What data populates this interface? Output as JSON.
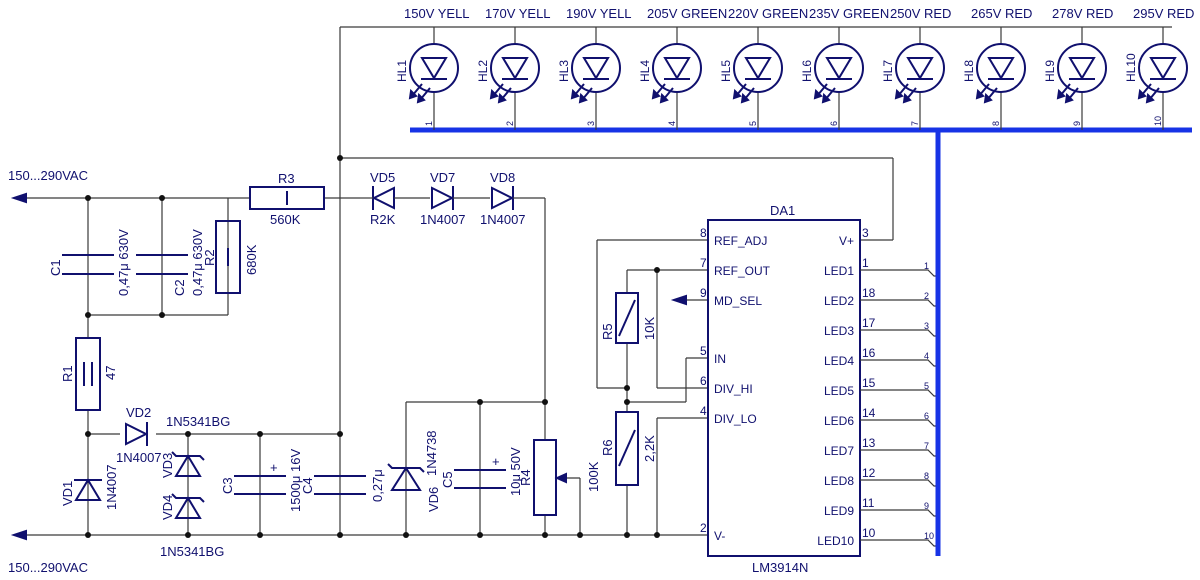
{
  "input_label_top": "150...290VAC",
  "input_label_bottom": "150...290VAC",
  "leds": [
    {
      "ref": "HL1",
      "label": "150V YELL",
      "pin": "1"
    },
    {
      "ref": "HL2",
      "label": "170V YELL",
      "pin": "2"
    },
    {
      "ref": "HL3",
      "label": "190V YELL",
      "pin": "3"
    },
    {
      "ref": "HL4",
      "label": "205V GREEN",
      "pin": "4"
    },
    {
      "ref": "HL5",
      "label": "220V GREEN",
      "pin": "5"
    },
    {
      "ref": "HL6",
      "label": "235V GREEN",
      "pin": "6"
    },
    {
      "ref": "HL7",
      "label": "250V RED",
      "pin": "7"
    },
    {
      "ref": "HL8",
      "label": "265V RED",
      "pin": "8"
    },
    {
      "ref": "HL9",
      "label": "278V RED",
      "pin": "9"
    },
    {
      "ref": "HL10",
      "label": "295V RED",
      "pin": "10"
    }
  ],
  "components": {
    "r1": {
      "ref": "R1",
      "value": "47"
    },
    "r2": {
      "ref": "R2",
      "value": "680K"
    },
    "r3": {
      "ref": "R3",
      "value": "560K"
    },
    "r4": {
      "ref": "R4",
      "value": "100K"
    },
    "r5": {
      "ref": "R5",
      "value": "10K"
    },
    "r6": {
      "ref": "R6",
      "value": "2,2K"
    },
    "c1": {
      "ref": "C1",
      "value": "0,47μ 630V"
    },
    "c2": {
      "ref": "C2",
      "value": "0,47μ 630V"
    },
    "c3": {
      "ref": "C3",
      "value": "1500μ 16V"
    },
    "c4": {
      "ref": "C4",
      "value": "0,27μ"
    },
    "c5": {
      "ref": "C5",
      "value": "10μ 50V"
    },
    "vd1": {
      "ref": "VD1",
      "value": "1N4007"
    },
    "vd2": {
      "ref": "VD2",
      "value": "1N4007"
    },
    "vd3": {
      "ref": "VD3",
      "value": "1N5341BG"
    },
    "vd4": {
      "ref": "VD4",
      "value": "1N5341BG"
    },
    "vd5": {
      "ref": "VD5",
      "value": "R2K"
    },
    "vd6": {
      "ref": "VD6",
      "value": "1N4738"
    },
    "vd7": {
      "ref": "VD7",
      "value": "1N4007"
    },
    "vd8": {
      "ref": "VD8",
      "value": "1N4007"
    }
  },
  "ic": {
    "ref": "DA1",
    "part": "LM3914N",
    "left_pins": [
      {
        "name": "REF_ADJ",
        "num": "8"
      },
      {
        "name": "REF_OUT",
        "num": "7"
      },
      {
        "name": "MD_SEL",
        "num": "9"
      },
      {
        "name": "IN",
        "num": "5"
      },
      {
        "name": "DIV_HI",
        "num": "6"
      },
      {
        "name": "DIV_LO",
        "num": "4"
      },
      {
        "name": "V-",
        "num": "2"
      }
    ],
    "right_pins": [
      {
        "name": "V+",
        "num": "3"
      },
      {
        "name": "LED1",
        "num": "1"
      },
      {
        "name": "LED2",
        "num": "18"
      },
      {
        "name": "LED3",
        "num": "17"
      },
      {
        "name": "LED4",
        "num": "16"
      },
      {
        "name": "LED5",
        "num": "15"
      },
      {
        "name": "LED6",
        "num": "14"
      },
      {
        "name": "LED7",
        "num": "13"
      },
      {
        "name": "LED8",
        "num": "12"
      },
      {
        "name": "LED9",
        "num": "11"
      },
      {
        "name": "LED10",
        "num": "10"
      }
    ],
    "bus_taps": [
      "1",
      "2",
      "3",
      "4",
      "5",
      "6",
      "7",
      "8",
      "9",
      "10"
    ]
  }
}
